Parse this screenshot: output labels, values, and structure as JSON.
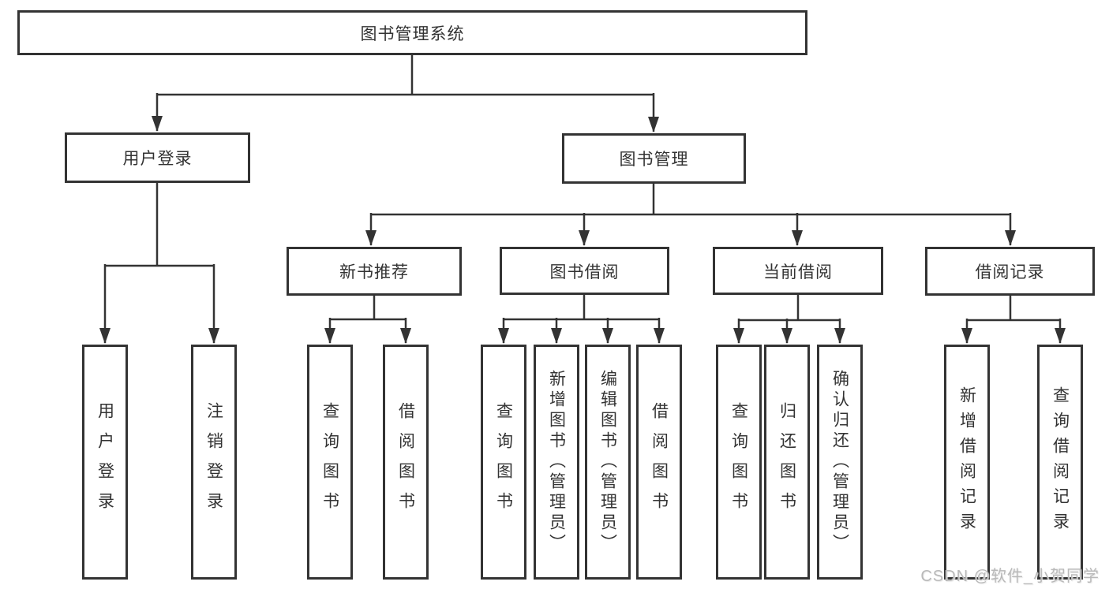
{
  "diagram": {
    "title": "图书管理系统",
    "level2": [
      {
        "label": "用户登录"
      },
      {
        "label": "图书管理"
      }
    ],
    "level3": [
      {
        "label": "新书推荐",
        "parent": "图书管理"
      },
      {
        "label": "图书借阅",
        "parent": "图书管理"
      },
      {
        "label": "当前借阅",
        "parent": "图书管理"
      },
      {
        "label": "借阅记录",
        "parent": "图书管理"
      }
    ],
    "leaves": [
      {
        "label": "用户登录",
        "parent": "用户登录"
      },
      {
        "label": "注销登录",
        "parent": "用户登录"
      },
      {
        "label": "查询图书",
        "parent": "新书推荐"
      },
      {
        "label": "借阅图书",
        "parent": "新书推荐"
      },
      {
        "label": "查询图书",
        "parent": "图书借阅"
      },
      {
        "label": "新增图书（管理员）",
        "parent": "图书借阅"
      },
      {
        "label": "编辑图书（管理员）",
        "parent": "图书借阅"
      },
      {
        "label": "借阅图书",
        "parent": "图书借阅"
      },
      {
        "label": "查询图书",
        "parent": "当前借阅"
      },
      {
        "label": "归还图书",
        "parent": "当前借阅"
      },
      {
        "label": "确认归还（管理员）",
        "parent": "当前借阅"
      },
      {
        "label": "新增借阅记录",
        "parent": "借阅记录"
      },
      {
        "label": "查询借阅记录",
        "parent": "借阅记录"
      }
    ]
  },
  "watermark": "CSDN @软件_小贺同学",
  "colors": {
    "line": "#333333",
    "box_border": "#333333",
    "text": "#333333",
    "watermark": "#b9b9b9",
    "background": "#ffffff"
  }
}
